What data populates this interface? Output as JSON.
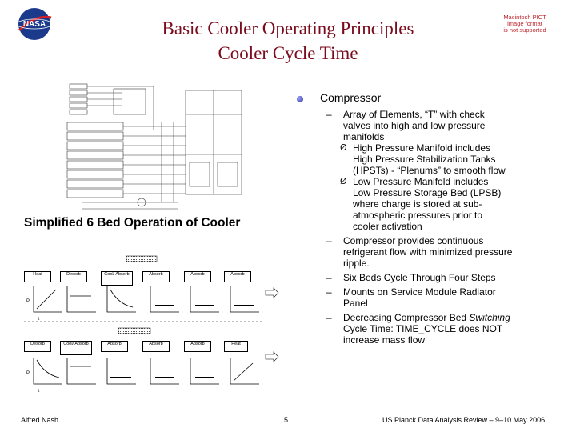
{
  "header": {
    "title_line1": "Basic Cooler Operating Principles",
    "title_line2": "Cooler Cycle Time",
    "logo_text": "NASA",
    "pict_line1": "Macintosh PICT",
    "pict_line2": "image format",
    "pict_line3": "is not supported"
  },
  "colors": {
    "title": "#7a0c1e",
    "pict_text": "#c0282e",
    "bullet": "#2b2f8c"
  },
  "content": {
    "heading": "Compressor",
    "items": [
      {
        "dash": "–",
        "text_lines": [
          "Array of Elements, “T” with check",
          "valves into high and low pressure",
          "manifolds"
        ]
      },
      {
        "arrow": "Ø",
        "text_lines": [
          "High Pressure Manifold includes",
          "High Pressure Stabilization Tanks",
          "(HPSTs) - “Plenums” to smooth flow"
        ]
      },
      {
        "arrow": "Ø",
        "text_lines": [
          "Low Pressure Manifold includes",
          "Low Pressure Storage Bed (LPSB)",
          "where charge is stored at sub-",
          "atmospheric pressures prior to",
          "cooler activation"
        ]
      },
      {
        "dash": "–",
        "text_lines": [
          "Compressor provides continuous",
          "refrigerant flow with minimized pressure",
          "ripple."
        ]
      },
      {
        "dash": "–",
        "text_lines": [
          "Six Beds Cycle Through Four Steps"
        ]
      },
      {
        "dash": "–",
        "text_lines": [
          "Mounts on Service Module Radiator",
          "Panel"
        ]
      },
      {
        "dash": "–",
        "text_lines": [
          "Decreasing Compressor Bed Switching",
          "Cycle Time: TIME_CYCLE does NOT",
          "increase mass flow"
        ],
        "italic_word": "Switching"
      }
    ]
  },
  "diagram": {
    "caption": "Simplified 6 Bed Operation of Cooler",
    "row1_states": [
      "Heat",
      "Desorb",
      "Cool/ Absorb",
      "Absorb",
      "Absorb",
      "Absorb"
    ],
    "row2_states": [
      "Desorb",
      "Cool/ Absorb",
      "Absorb",
      "Absorb",
      "Absorb",
      "Heat"
    ],
    "axis_p": "P",
    "axis_t": "t"
  },
  "footer": {
    "left": "Alfred Nash",
    "center": "5",
    "right": "US Planck Data Analysis Review – 9–10 May 2006"
  }
}
